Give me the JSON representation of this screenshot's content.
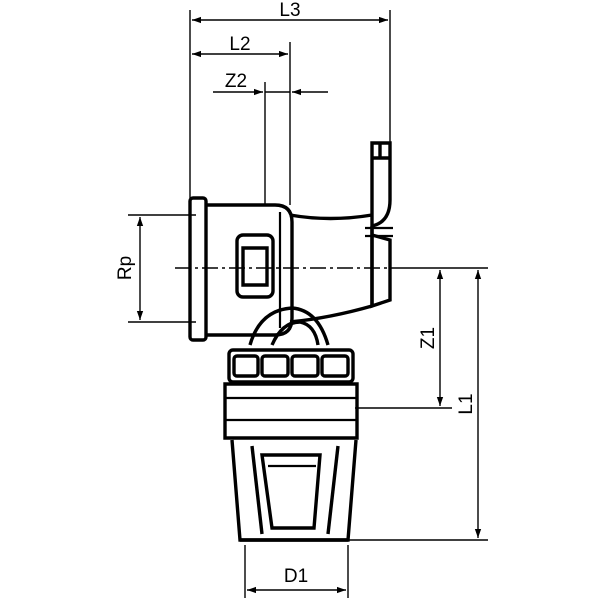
{
  "diagram": {
    "dimensions": {
      "l3": "L3",
      "l2": "L2",
      "z2": "Z2",
      "rp": "Rp",
      "z1": "Z1",
      "l1": "L1",
      "d1": "D1"
    }
  }
}
